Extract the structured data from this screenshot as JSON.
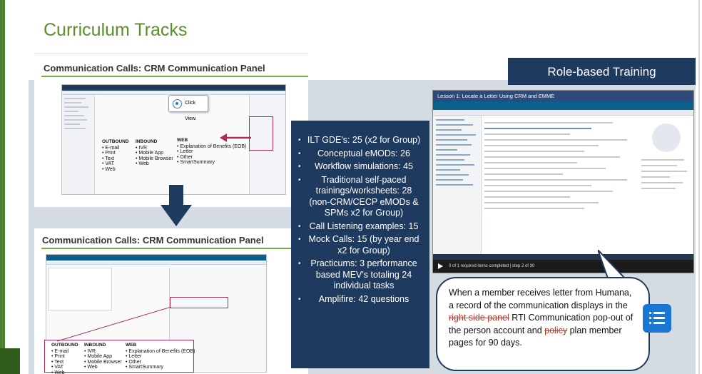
{
  "slide": {
    "title": "Curriculum Tracks"
  },
  "top_panel": {
    "label": "Communication Calls: CRM Communication Panel"
  },
  "bottom_panel": {
    "label": "Communication Calls: CRM Communication Panel"
  },
  "channels": {
    "outbound": {
      "head": "OUTBOUND",
      "items": [
        "E-mail",
        "Print",
        "Text",
        "VAT",
        "Web"
      ]
    },
    "inbound": {
      "head": "INBOUND",
      "items": [
        "IVR",
        "Mobile App",
        "Mobile Browser",
        "Web"
      ]
    },
    "web": {
      "head": "WEB",
      "items": [
        "Explanation of Benefits (EOB)",
        "Letter",
        "Other",
        "SmartSummary"
      ]
    }
  },
  "stats": {
    "items": [
      "ILT GDE's: 25 (x2 for Group)",
      "Conceptual eMODs: 26",
      "Workflow simulations: 45",
      "Traditional self-paced trainings/worksheets: 28 (non-CRM/CECP eMODs & SPMs x2 for Group)",
      "Call Listening examples: 15",
      "Mock Calls: 15 (by year end x2 for Group)",
      "Practicums: 3 performance based MEV's totaling 24 individual tasks",
      "Amplifire: 42 questions"
    ]
  },
  "role": {
    "title": "Role-based Training",
    "lesson_title": "Lesson 1: Locate a Letter Using CRM and EMME",
    "click_view": "Click View.",
    "player_status": "0 of 1 required items completed  |  step 2 of 30",
    "bubble": {
      "p1": "When a member receives letter from Humana, a record of the communication displays in the",
      "strike1": "right side panel",
      "p2": "RTI Communication pop-out of the person account and",
      "strike2": "policy",
      "p3": "plan member pages for 90 days."
    }
  },
  "colors": {
    "navy": "#1f3a5f",
    "green": "#5b8f2a",
    "accent_rule": "#7bab4d",
    "arrow": "#b02a5b"
  }
}
